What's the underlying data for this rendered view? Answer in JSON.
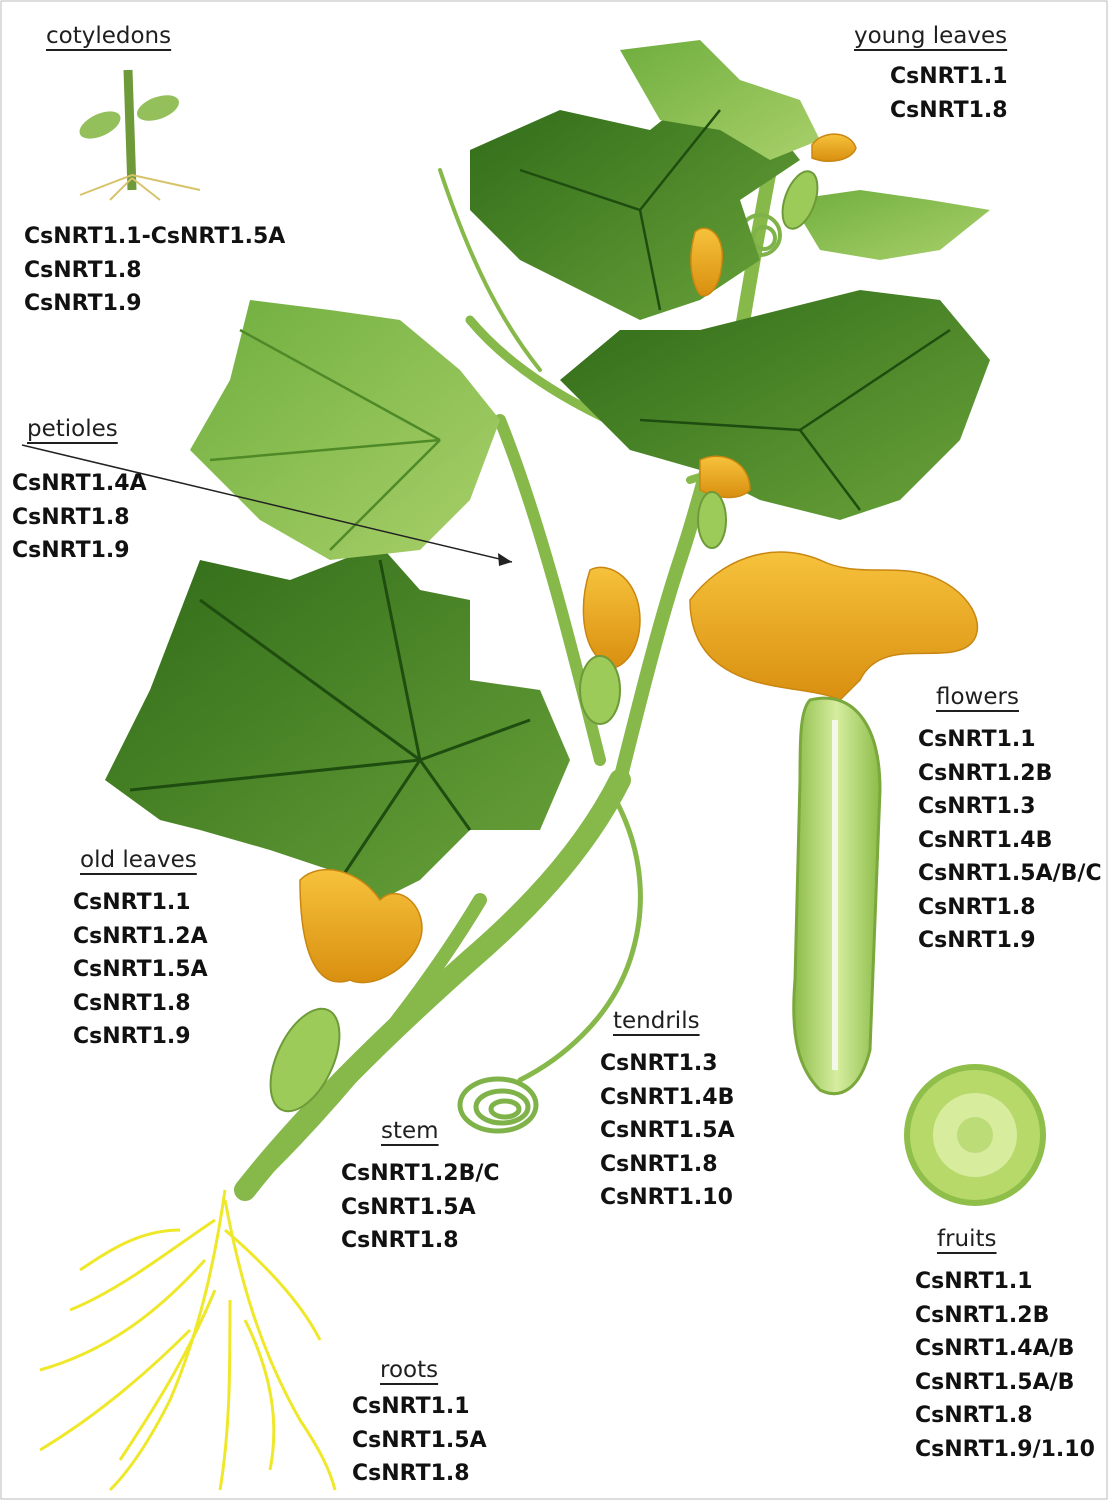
{
  "organs": {
    "cotyledons": {
      "title": "cotyledons",
      "genes": [
        "CsNRT1.1-CsNRT1.5A",
        "CsNRT1.8",
        "CsNRT1.9"
      ]
    },
    "young_leaves": {
      "title": "young leaves",
      "genes": [
        "CsNRT1.1",
        "CsNRT1.8"
      ]
    },
    "petioles": {
      "title": "petioles",
      "genes": [
        "CsNRT1.4A",
        "CsNRT1.8",
        "CsNRT1.9"
      ]
    },
    "flowers": {
      "title": "flowers",
      "genes": [
        "CsNRT1.1",
        "CsNRT1.2B",
        "CsNRT1.3",
        "CsNRT1.4B",
        "CsNRT1.5A/B/C",
        "CsNRT1.8",
        "CsNRT1.9"
      ]
    },
    "old_leaves": {
      "title": "old leaves",
      "genes": [
        "CsNRT1.1",
        "CsNRT1.2A",
        "CsNRT1.5A",
        "CsNRT1.8",
        "CsNRT1.9"
      ]
    },
    "tendrils": {
      "title": "tendrils",
      "genes": [
        "CsNRT1.3",
        "CsNRT1.4B",
        "CsNRT1.5A",
        "CsNRT1.8",
        "CsNRT1.10"
      ]
    },
    "stem": {
      "title": "stem",
      "genes": [
        "CsNRT1.2B/C",
        "CsNRT1.5A",
        "CsNRT1.8"
      ]
    },
    "fruits": {
      "title": "fruits",
      "genes": [
        "CsNRT1.1",
        "CsNRT1.2B",
        "CsNRT1.4A/B",
        "CsNRT1.5A/B",
        "CsNRT1.8",
        "CsNRT1.9/1.10"
      ]
    },
    "roots": {
      "title": "roots",
      "genes": [
        "CsNRT1.1",
        "CsNRT1.5A",
        "CsNRT1.8"
      ]
    }
  },
  "colors": {
    "leaf_dark": "#3f7d22",
    "leaf_mid": "#6aa33a",
    "leaf_light": "#9cc75a",
    "stem": "#8dbd4f",
    "flower": "#f0b323",
    "flower_dark": "#d98f10",
    "root": "#f2ee2a",
    "fruit": "#b6d96a",
    "text": "#111111"
  }
}
